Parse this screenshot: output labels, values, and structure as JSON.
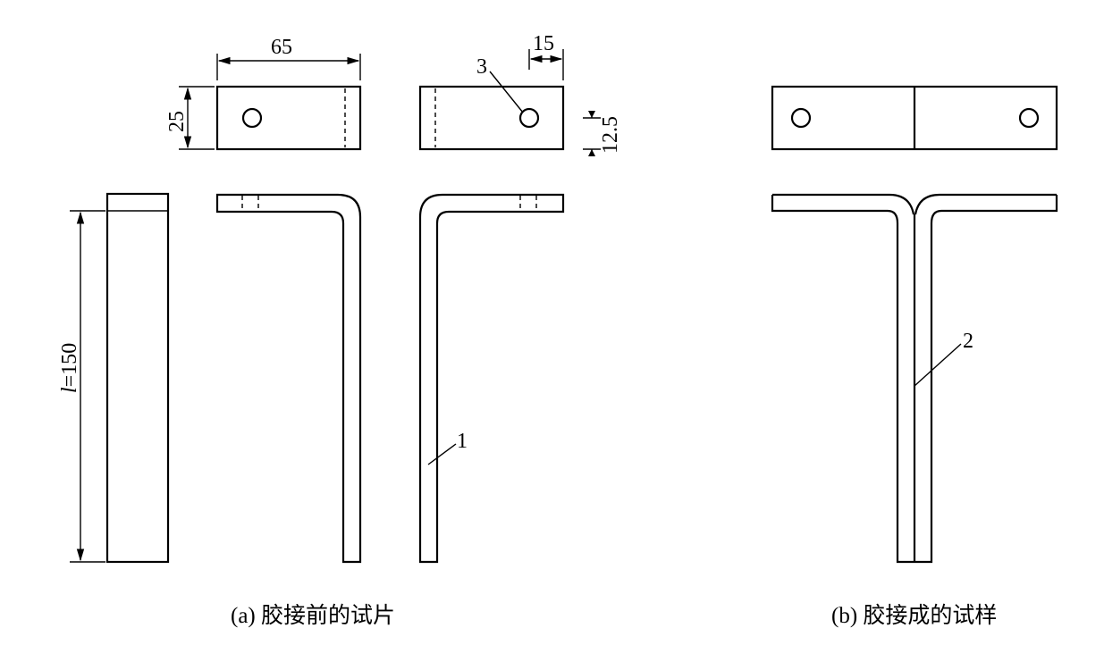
{
  "dimensions": {
    "width_label": "65",
    "height_label": "25",
    "hole_offset_label": "15",
    "hole_center_label": "12.5",
    "length_label": "l=150"
  },
  "labels": {
    "part1": "1",
    "part2": "2",
    "part3": "3"
  },
  "captions": {
    "a": "(a) 胶接前的试片",
    "b": "(b) 胶接成的试样"
  }
}
